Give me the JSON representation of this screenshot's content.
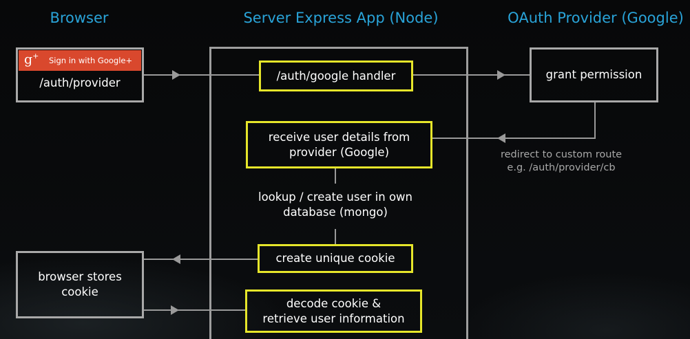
{
  "columns": {
    "browser": "Browser",
    "server": "Server Express App (Node)",
    "oauth": "OAuth Provider (Google)"
  },
  "browser": {
    "gplus_label": "Sign in with Google+",
    "auth_provider": "/auth/provider",
    "stores_cookie_line1": "browser stores",
    "stores_cookie_line2": "cookie"
  },
  "server": {
    "handler": "/auth/google handler",
    "receive_line1": "receive user details from",
    "receive_line2": "provider (Google)",
    "lookup_line1": "lookup / create user in own",
    "lookup_line2": "database (mongo)",
    "create_cookie": "create unique cookie",
    "decode_line1": "decode cookie &",
    "decode_line2": "retrieve user information"
  },
  "oauth": {
    "grant": "grant permission",
    "redirect_line1": "redirect to custom route",
    "redirect_line2": "e.g. /auth/provider/cb"
  },
  "colors": {
    "title": "#29a3d8",
    "highlight_border": "#e6e62a",
    "gray_border": "#a9a9a9",
    "gplus_red": "#d9482d"
  }
}
